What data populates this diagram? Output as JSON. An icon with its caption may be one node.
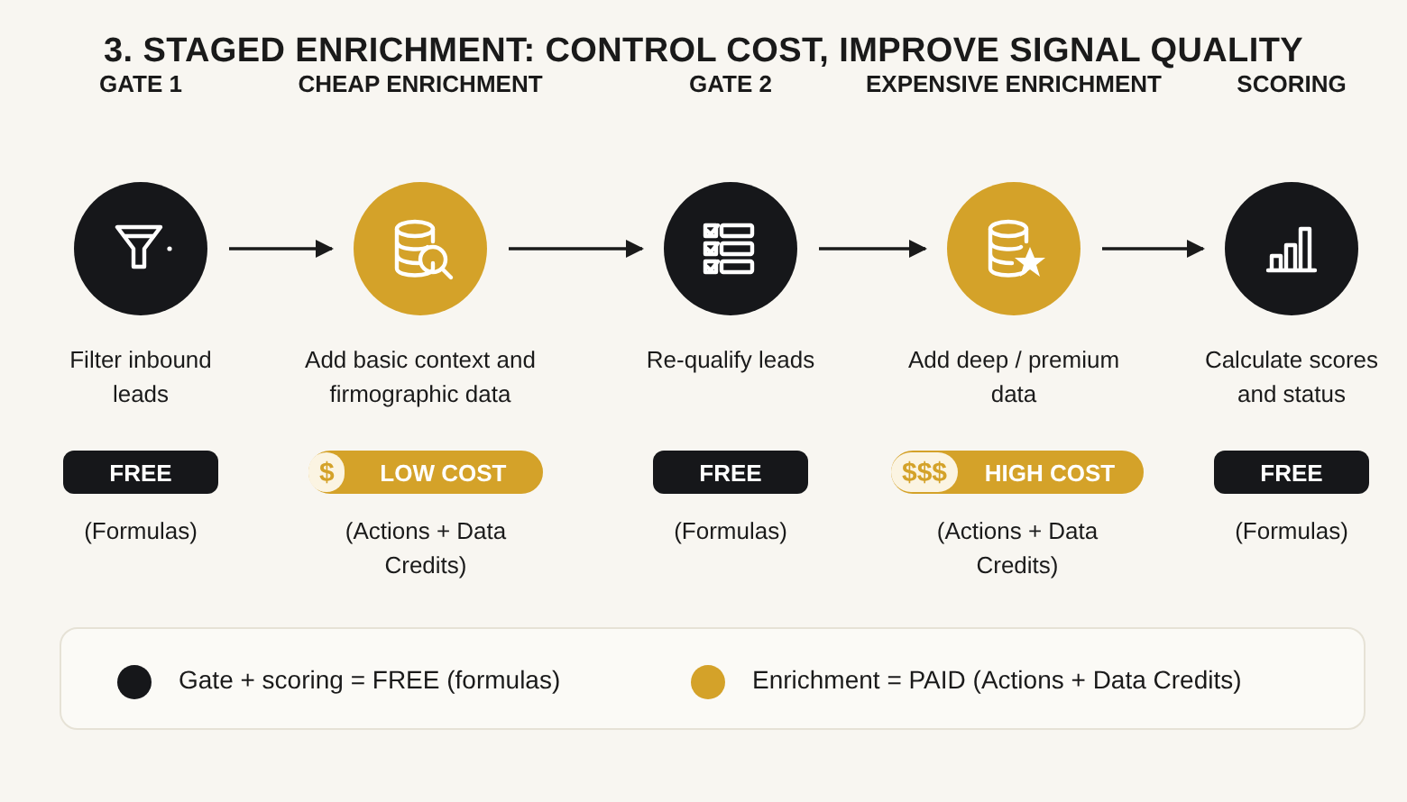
{
  "diagram": {
    "title": "3. STAGED ENRICHMENT: CONTROL COST, IMPROVE SIGNAL QUALITY",
    "nodes": [
      {
        "text": [
          "GATE 1"
        ],
        "beside": [
          "Filter inbound leads"
        ]
      },
      {
        "text": [
          "CHEAP ENRICHMENT"
        ],
        "beside": [
          "Add basic context and firmographic data"
        ]
      },
      {
        "text": [
          "GATE 2"
        ],
        "beside": [
          "Re-qualify leads"
        ]
      },
      {
        "text": [
          "EXPENSIVE ENRICHMENT"
        ],
        "beside": [
          "Add deep / premium data"
        ]
      },
      {
        "text": [
          "SCORING"
        ],
        "beside": [
          "Calculate scores and status"
        ]
      },
      {
        "text": [
          "FREE"
        ],
        "beside": [
          "(Formulas)"
        ]
      },
      {
        "text": [
          "$",
          "LOW COST"
        ],
        "beside": [
          "(Actions + Data Credits)"
        ]
      },
      {
        "text": [
          "FREE"
        ],
        "beside": [
          "(Formulas)"
        ]
      },
      {
        "text": [
          "$$$",
          "HIGH COST"
        ],
        "beside": [
          "(Actions + Data Credits)"
        ]
      },
      {
        "text": [
          "FREE"
        ],
        "beside": [
          "(Formulas)"
        ]
      }
    ],
    "edges": [
      {
        "from": 0,
        "to": 1,
        "arrow": "to"
      },
      {
        "from": 1,
        "to": 2,
        "arrow": "to"
      },
      {
        "from": 2,
        "to": 3,
        "arrow": "to"
      },
      {
        "from": 3,
        "to": 4,
        "arrow": "to"
      }
    ],
    "legend": [
      {
        "text": "Gate + scoring = FREE (formulas)",
        "color": "#16171a"
      },
      {
        "text": "Enrichment = PAID (Actions + Data Credits)",
        "color": "#d4a229"
      }
    ]
  }
}
